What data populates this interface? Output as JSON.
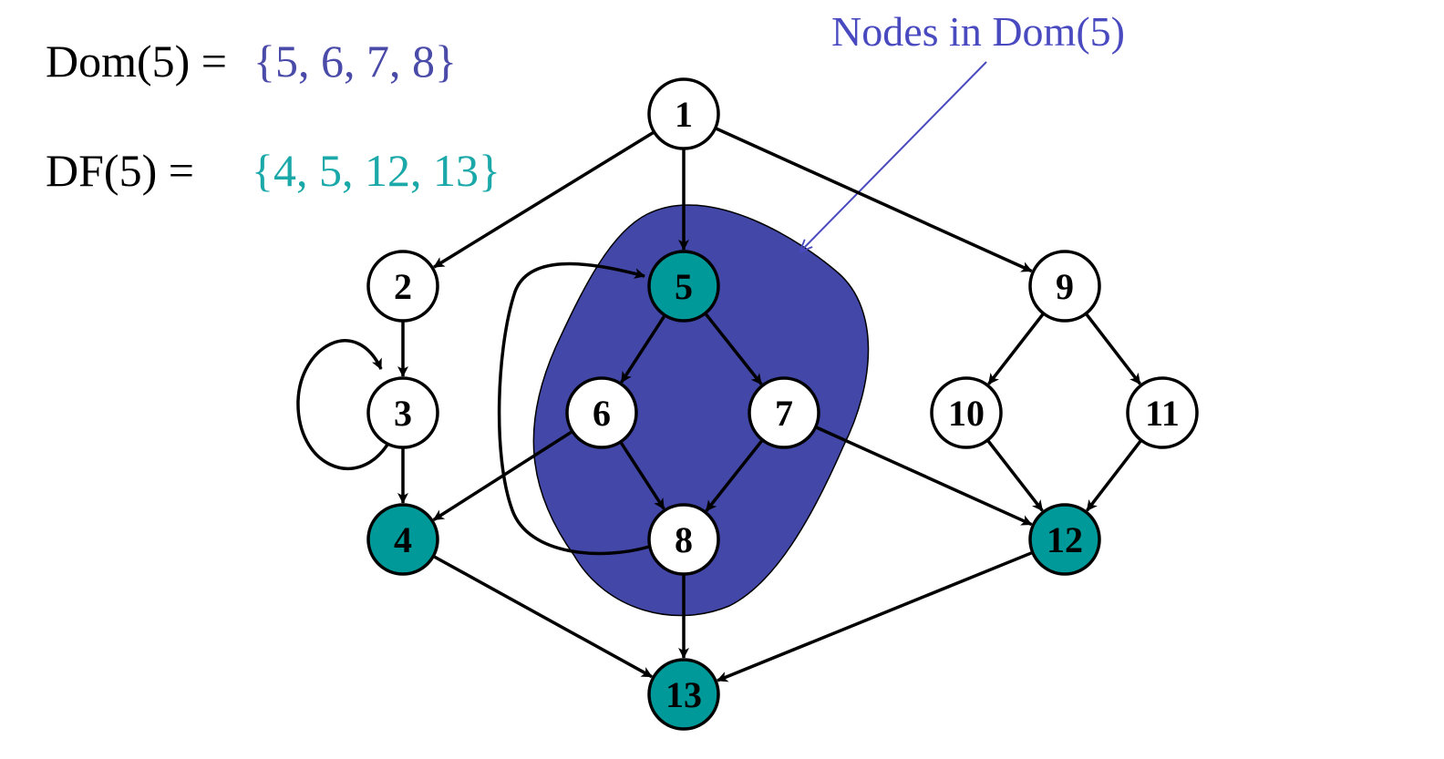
{
  "equations": {
    "dom_label": "Dom(5) =",
    "dom_set": "{5, 6, 7, 8}",
    "df_label": "DF(5) =",
    "df_set": "{4, 5, 12, 13}"
  },
  "callout": {
    "text": "Nodes in Dom(5)"
  },
  "colors": {
    "dom_set_text": "#4a4aa8",
    "df_set_text": "#1aa8a8",
    "callout_text": "#4a4ac0",
    "dom_region_fill": "#4347a8",
    "frontier_node_fill": "#009999",
    "node_fill": "#ffffff",
    "stroke": "#000000"
  },
  "graph": {
    "nodes": [
      {
        "id": "1",
        "label": "1",
        "frontier": false
      },
      {
        "id": "2",
        "label": "2",
        "frontier": false
      },
      {
        "id": "3",
        "label": "3",
        "frontier": false
      },
      {
        "id": "4",
        "label": "4",
        "frontier": true
      },
      {
        "id": "5",
        "label": "5",
        "frontier": true
      },
      {
        "id": "6",
        "label": "6",
        "frontier": false
      },
      {
        "id": "7",
        "label": "7",
        "frontier": false
      },
      {
        "id": "8",
        "label": "8",
        "frontier": false
      },
      {
        "id": "9",
        "label": "9",
        "frontier": false
      },
      {
        "id": "10",
        "label": "10",
        "frontier": false
      },
      {
        "id": "11",
        "label": "11",
        "frontier": false
      },
      {
        "id": "12",
        "label": "12",
        "frontier": true
      },
      {
        "id": "13",
        "label": "13",
        "frontier": true
      }
    ],
    "edges": [
      {
        "from": "1",
        "to": "2"
      },
      {
        "from": "1",
        "to": "5"
      },
      {
        "from": "1",
        "to": "9"
      },
      {
        "from": "2",
        "to": "3"
      },
      {
        "from": "3",
        "to": "3"
      },
      {
        "from": "3",
        "to": "4"
      },
      {
        "from": "5",
        "to": "6"
      },
      {
        "from": "5",
        "to": "7"
      },
      {
        "from": "6",
        "to": "4"
      },
      {
        "from": "6",
        "to": "8"
      },
      {
        "from": "7",
        "to": "8"
      },
      {
        "from": "7",
        "to": "12"
      },
      {
        "from": "8",
        "to": "5"
      },
      {
        "from": "8",
        "to": "13"
      },
      {
        "from": "9",
        "to": "10"
      },
      {
        "from": "9",
        "to": "11"
      },
      {
        "from": "10",
        "to": "12"
      },
      {
        "from": "11",
        "to": "12"
      },
      {
        "from": "4",
        "to": "13"
      },
      {
        "from": "12",
        "to": "13"
      }
    ]
  }
}
